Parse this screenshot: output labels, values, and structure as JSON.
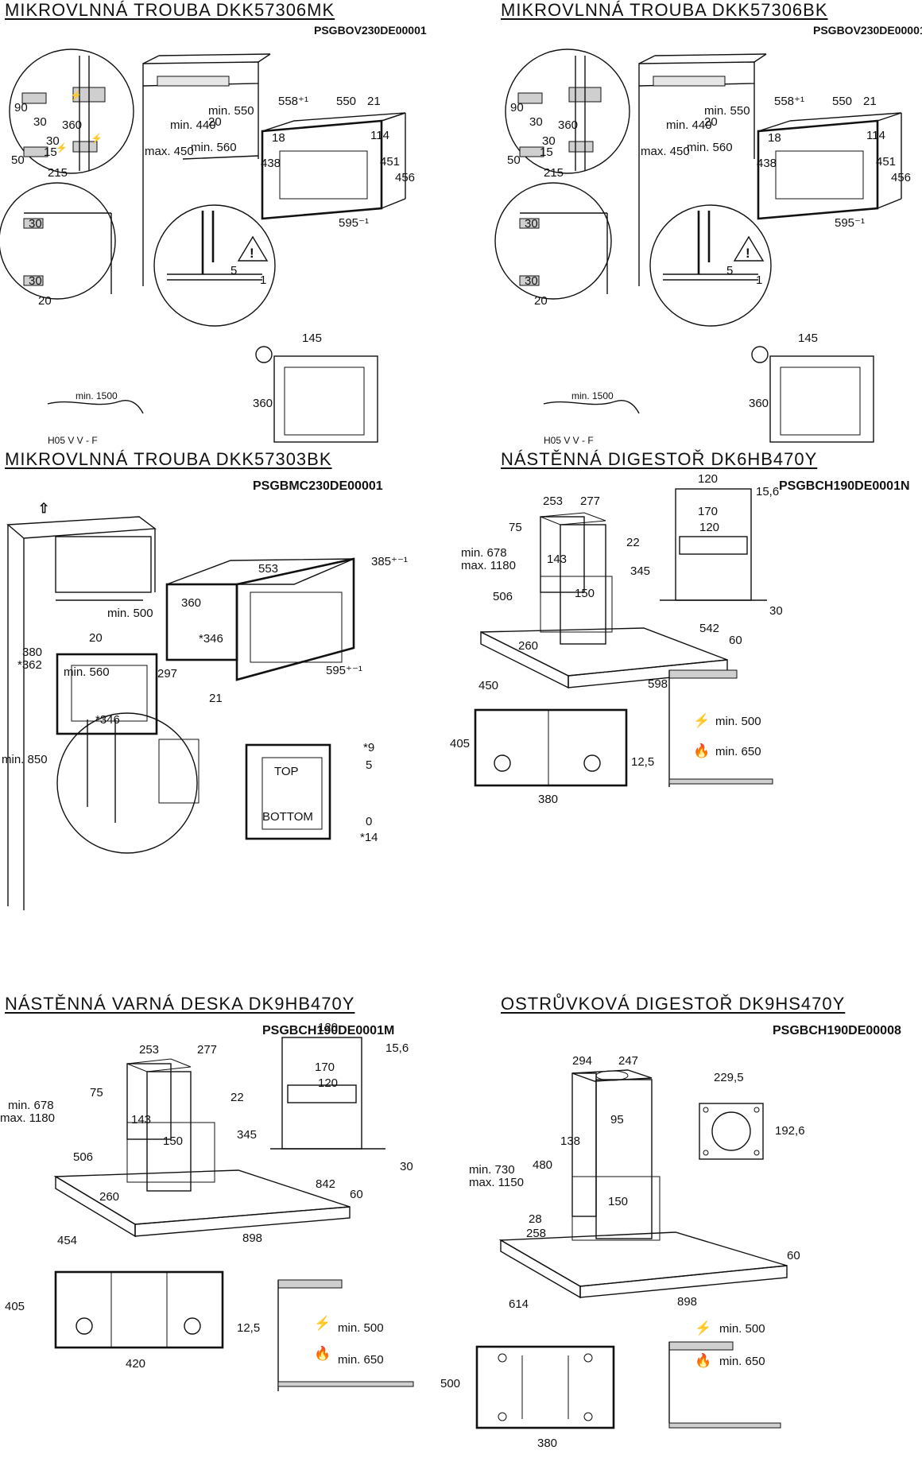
{
  "panels": [
    {
      "title": "MIKROVLNNÁ TROUBA DKK57306MK",
      "code": "PSGBOV230DE00001",
      "dims": {
        "d90": "90",
        "d30a": "30",
        "d360": "360",
        "d30b": "30",
        "d15": "15",
        "d50": "50",
        "d215": "215",
        "min440": "min. 440",
        "max450": "max. 450",
        "min550": "min. 550",
        "d20": "20",
        "min560": "min. 560",
        "d558": "558⁺¹",
        "d550": "550",
        "d21": "21",
        "d18": "18",
        "d114": "114",
        "d438": "438",
        "d451": "451",
        "d456": "456",
        "d595": "595⁻¹",
        "d30c": "30",
        "d30d": "30",
        "d20b": "20",
        "d5": "5",
        "d1": "1",
        "d145": "145",
        "d360b": "360",
        "min1500": "min. 1500",
        "cable": "H05 V V - F"
      }
    },
    {
      "title": "MIKROVLNNÁ TROUBA DKK57306BK",
      "code": "PSGBOV230DE00001",
      "dims": {
        "d90": "90",
        "d30a": "30",
        "d360": "360",
        "d30b": "30",
        "d15": "15",
        "d50": "50",
        "d215": "215",
        "min440": "min. 440",
        "max450": "max. 450",
        "min550": "min. 550",
        "d20": "20",
        "min560": "min. 560",
        "d558": "558⁺¹",
        "d550": "550",
        "d21": "21",
        "d18": "18",
        "d114": "114",
        "d438": "438",
        "d451": "451",
        "d456": "456",
        "d595": "595⁻¹",
        "d30c": "30",
        "d30d": "30",
        "d20b": "20",
        "d5": "5",
        "d1": "1",
        "d145": "145",
        "d360b": "360",
        "min1500": "min. 1500",
        "cable": "H05 V V - F"
      }
    },
    {
      "title": "MIKROVLNNÁ TROUBA DKK57303BK",
      "code": "PSGBMC230DE00001",
      "dims": {
        "min500": "min. 500",
        "d380": "380",
        "d362": "*362",
        "d20": "20",
        "min560": "min. 560",
        "d553": "553",
        "d385": "385⁺⁻¹",
        "d360": "360",
        "d346": "*346",
        "d297": "297",
        "d21": "21",
        "d595": "595⁺⁻¹",
        "min850": "min. 850",
        "d346b": "*346",
        "d9": "*9",
        "d5": "5",
        "top": "TOP",
        "bottom": "BOTTOM",
        "d0": "0",
        "d14": "*14"
      }
    },
    {
      "title": "NÁSTĚNNÁ DIGESTOŘ DK6HB470Y",
      "code": "PSGBCH190DE0001N",
      "dims": {
        "d253": "253",
        "d277": "277",
        "d75": "75",
        "d143": "143",
        "minmax1": "min. 678",
        "minmax2": "max. 1180",
        "d506": "506",
        "d150": "150",
        "d260": "260",
        "d450": "450",
        "d598": "598",
        "d60": "60",
        "d120": "120",
        "d156": "15,6",
        "d170": "170",
        "d120b": "120",
        "d22": "22",
        "d345": "345",
        "d30": "30",
        "d542": "542",
        "d405": "405",
        "d380": "380",
        "d125": "12,5",
        "min500": "min. 500",
        "min650": "min. 650"
      }
    },
    {
      "title": "NÁSTĚNNÁ VARNÁ DESKA DK9HB470Y",
      "code": "PSGBCH190DE0001M",
      "dims": {
        "d253": "253",
        "d277": "277",
        "d75": "75",
        "d143": "143",
        "minmax1": "min. 678",
        "minmax2": "max. 1180",
        "d506": "506",
        "d150": "150",
        "d260": "260",
        "d454": "454",
        "d898": "898",
        "d60": "60",
        "d120": "120",
        "d156": "15,6",
        "d170": "170",
        "d120b": "120",
        "d22": "22",
        "d345": "345",
        "d30": "30",
        "d842": "842",
        "d405": "405",
        "d420": "420",
        "d125": "12,5",
        "min500": "min. 500",
        "min650": "min. 650"
      }
    },
    {
      "title": "OSTRŮVKOVÁ DIGESTOŘ DK9HS470Y",
      "code": "PSGBCH190DE00008",
      "dims": {
        "d294": "294",
        "d247": "247",
        "d95": "95",
        "d138": "138",
        "minmax1": "min. 730",
        "minmax2": "max. 1150",
        "d480": "480",
        "d150": "150",
        "d28": "28",
        "d258": "258",
        "d614": "614",
        "d898": "898",
        "d60": "60",
        "d2295": "229,5",
        "d1926": "192,6",
        "d500": "500",
        "d380": "380",
        "min500": "min. 500",
        "min650": "min. 650"
      }
    }
  ]
}
